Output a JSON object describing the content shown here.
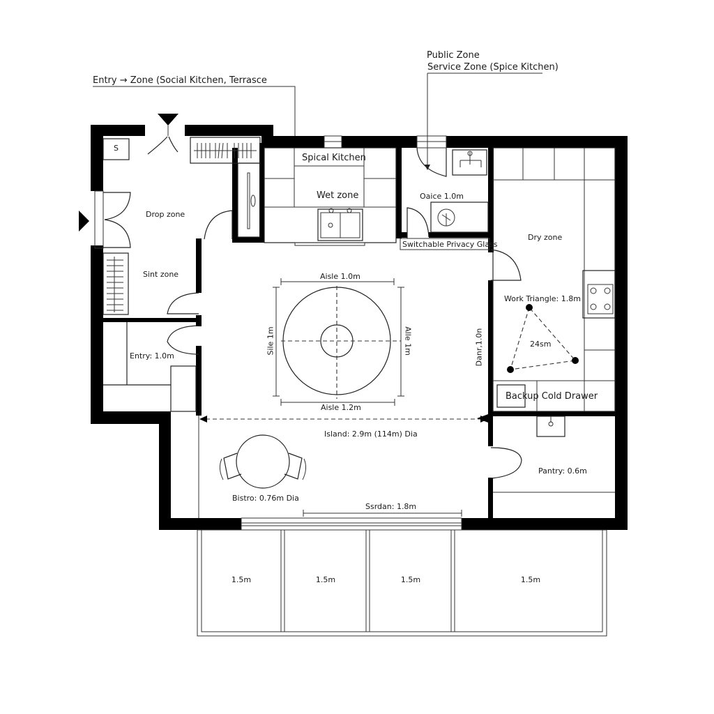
{
  "annotations": {
    "entry_flow": "Entry → Zone (Social Kitchen, Terrasce",
    "public_zone": "Public Zone",
    "service_zone": "Service Zone (Spice Kitchen)"
  },
  "rooms": {
    "mudroom": {
      "storage_label": "S",
      "drop_zone": "Drop zone",
      "sint_zone": "Sint zone",
      "entry": "Entry: 1.0m"
    },
    "spice_kitchen": {
      "title": "Spical Kitchen",
      "wet_zone": "Wet zone"
    },
    "office": {
      "label": "Oaice 1.0m",
      "privacy_glass": "Switchable Privacy Glass"
    },
    "dry_kitchen": {
      "dry_zone": "Dry zone",
      "work_triangle": "Work Triangle: 1.8m",
      "triangle_inner": "24sm",
      "backup_cold_drawer": "Backup Cold Drawer"
    },
    "island_area": {
      "aisle_top": "Aisle 1.0m",
      "aisle_bottom": "Aisle 1.2m",
      "aisle_left": "Sile 1m",
      "aisle_right": "Alle 1m",
      "pantry_side": "Danr,1.0n",
      "island": "Island: 2.9m (114m) Dia",
      "bistro": "Bistro: 0.76m Dia",
      "slider": "Ssrdan: 1.8m"
    },
    "pantry": {
      "label": "Pantry: 0.6m"
    },
    "terrace": {
      "bays": [
        "1.5m",
        "1.5m",
        "1.5m",
        "1.5m"
      ]
    }
  },
  "colors": {
    "wall": "#000000",
    "line": "#222222",
    "background": "#ffffff"
  }
}
